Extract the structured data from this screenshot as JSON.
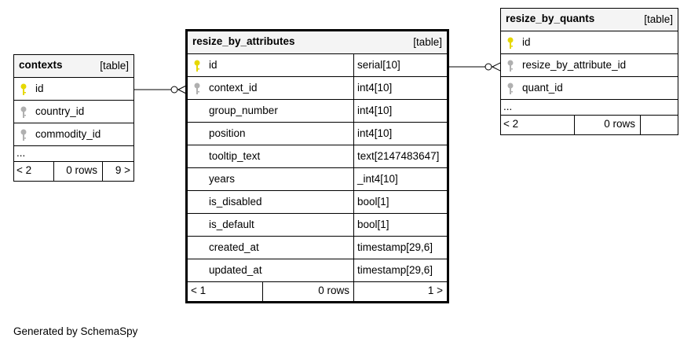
{
  "contexts": {
    "name": "contexts",
    "kind": "[table]",
    "columns": [
      {
        "name": "id",
        "key": "primary"
      },
      {
        "name": "country_id",
        "key": "foreign"
      },
      {
        "name": "commodity_id",
        "key": "foreign"
      }
    ],
    "more": "...",
    "footer": {
      "left": "< 2",
      "rows": "0 rows",
      "right": "9 >"
    }
  },
  "resize_by_attributes": {
    "name": "resize_by_attributes",
    "kind": "[table]",
    "columns": [
      {
        "name": "id",
        "type": "serial[10]",
        "key": "primary"
      },
      {
        "name": "context_id",
        "type": "int4[10]",
        "key": "foreign"
      },
      {
        "name": "group_number",
        "type": "int4[10]",
        "key": "none"
      },
      {
        "name": "position",
        "type": "int4[10]",
        "key": "none"
      },
      {
        "name": "tooltip_text",
        "type": "text[2147483647]",
        "key": "none"
      },
      {
        "name": "years",
        "type": "_int4[10]",
        "key": "none"
      },
      {
        "name": "is_disabled",
        "type": "bool[1]",
        "key": "none"
      },
      {
        "name": "is_default",
        "type": "bool[1]",
        "key": "none"
      },
      {
        "name": "created_at",
        "type": "timestamp[29,6]",
        "key": "none"
      },
      {
        "name": "updated_at",
        "type": "timestamp[29,6]",
        "key": "none"
      }
    ],
    "footer": {
      "left": "< 1",
      "rows": "0 rows",
      "right": "1 >"
    }
  },
  "resize_by_quants": {
    "name": "resize_by_quants",
    "kind": "[table]",
    "columns": [
      {
        "name": "id",
        "key": "primary"
      },
      {
        "name": "resize_by_attribute_id",
        "key": "foreign"
      },
      {
        "name": "quant_id",
        "key": "foreign"
      }
    ],
    "more": "...",
    "footer": {
      "left": "< 2",
      "rows": "0 rows",
      "right": ""
    }
  },
  "colors": {
    "primary_key": "#e6d800",
    "foreign_key": "#b0b0b0",
    "header_bg": "#f4f4f4"
  },
  "caption": "Generated by SchemaSpy"
}
